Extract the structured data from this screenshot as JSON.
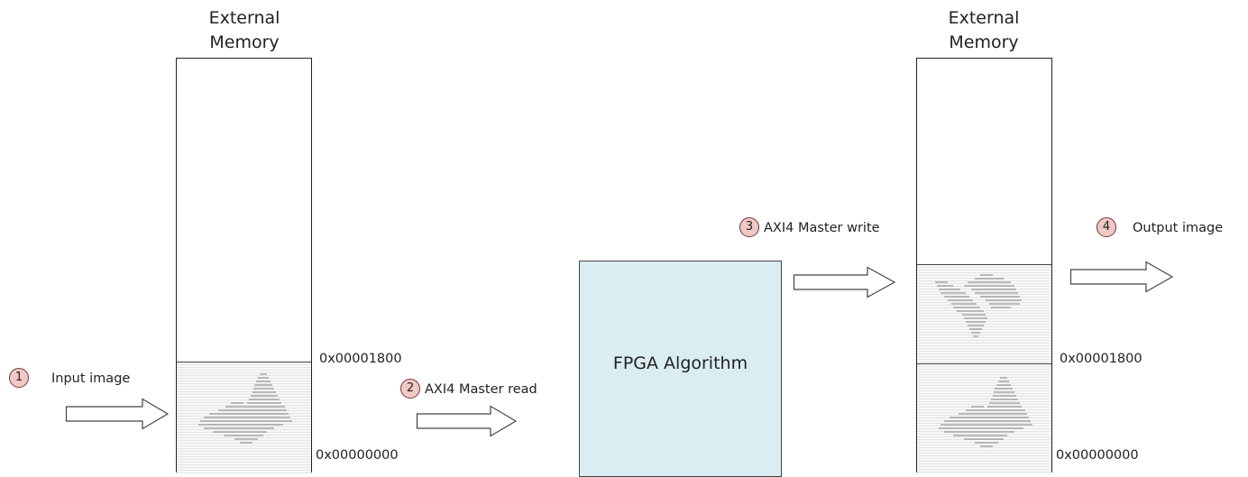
{
  "left_memory": {
    "title_line1": "External",
    "title_line2": "Memory"
  },
  "right_memory": {
    "title_line1": "External",
    "title_line2": "Memory"
  },
  "steps": [
    {
      "number": "1",
      "label": "Input image"
    },
    {
      "number": "2",
      "label": "AXI4 Master read"
    },
    {
      "number": "3",
      "label": "AXI4 Master write"
    },
    {
      "number": "4",
      "label": "Output image"
    }
  ],
  "fpga_block": {
    "label": "FPGA Algorithm"
  },
  "addresses": {
    "left_upper": "0x00001800",
    "left_lower": "0x00000000",
    "right_upper": "0x00001800",
    "right_lower": "0x00000000"
  },
  "colors": {
    "step_badge_fill": "#f2c8c4",
    "fpga_fill": "#daedf3",
    "image_region": "#e9e9e9"
  }
}
